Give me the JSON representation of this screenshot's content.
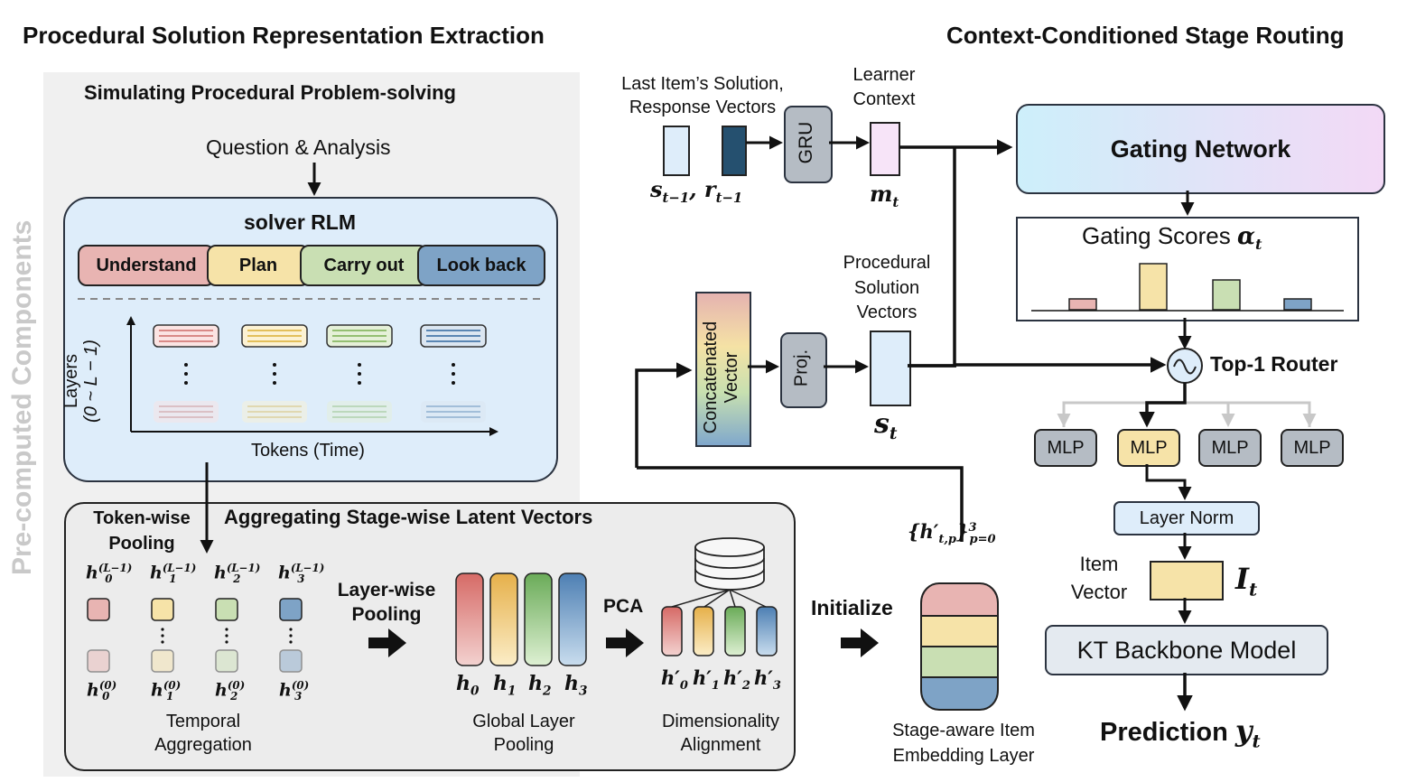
{
  "titles": {
    "left": "Procedural Solution Representation Extraction",
    "right": "Context-Conditioned Stage Routing",
    "side": "Pre-computed Components"
  },
  "simulate": {
    "header": "Simulating Procedural Problem-solving",
    "input": "Question & Analysis",
    "solver": "solver RLM",
    "stages": [
      "Understand",
      "Plan",
      "Carry out",
      "Look back"
    ],
    "y_axis": "Layers",
    "y_range": "(0 ~ L − 1)",
    "x_axis": "Tokens (Time)",
    "dots": "⋮"
  },
  "aggregate": {
    "header": "Aggregating Stage-wise Latent Vectors",
    "token_pool": "Token-wise Pooling",
    "layer_pool": "Layer-wise Pooling",
    "pca": "PCA",
    "temporal": "Temporal Aggregation",
    "global": "Global Layer Pooling",
    "dim": "Dimensionality Alignment",
    "h_top": [
      "h",
      "(L−1)"
    ],
    "h_bottom": [
      "h",
      "(0)"
    ],
    "idx": [
      "0",
      "1",
      "2",
      "3"
    ],
    "global_idx": [
      "0",
      "1",
      "2",
      "3"
    ],
    "prime_label": "h′"
  },
  "routing": {
    "last_item": "Last Item’s Solution, Response Vectors",
    "gru": "GRU",
    "learner_ctx": "Learner Context",
    "s_prev": "s",
    "s_prev_sub": "t−1",
    "r_prev": "r",
    "r_prev_sub": "t−1",
    "m": "m",
    "m_sub": "t",
    "gating": "Gating Network",
    "scores": "Gating Scores",
    "alpha": "α",
    "alpha_sub": "t",
    "gating_scores": [
      0.2,
      0.85,
      0.55,
      0.2
    ],
    "router": "Top-1 Router",
    "mlp": "MLP",
    "layer_norm": "Layer Norm",
    "item_vector": "Item Vector",
    "I": "I",
    "I_sub": "t",
    "backbone": "KT Backbone Model",
    "prediction": "Prediction",
    "y": "y",
    "y_sub": "t",
    "concat": "Concatenated Vector",
    "proj": "Proj.",
    "proc_vectors": "Procedural Solution Vectors",
    "s_t": "s",
    "s_t_sub": "t",
    "h_set": "{h′",
    "h_set_sub": "t,p",
    "h_set_sup": "3",
    "h_set_range": "p=0",
    "initialize": "Initialize",
    "embed_layer": "Stage-aware Item Embedding Layer"
  },
  "colors": {
    "understand": "#e8b4b2",
    "plan": "#f6e3a8",
    "carry": "#c9dfb3",
    "look": "#7ea3c6",
    "panel_bg": "#f0f0f0",
    "solver_bg": "#deedfa",
    "gating_grad": [
      "#cdeffa",
      "#f3d9f6"
    ]
  }
}
